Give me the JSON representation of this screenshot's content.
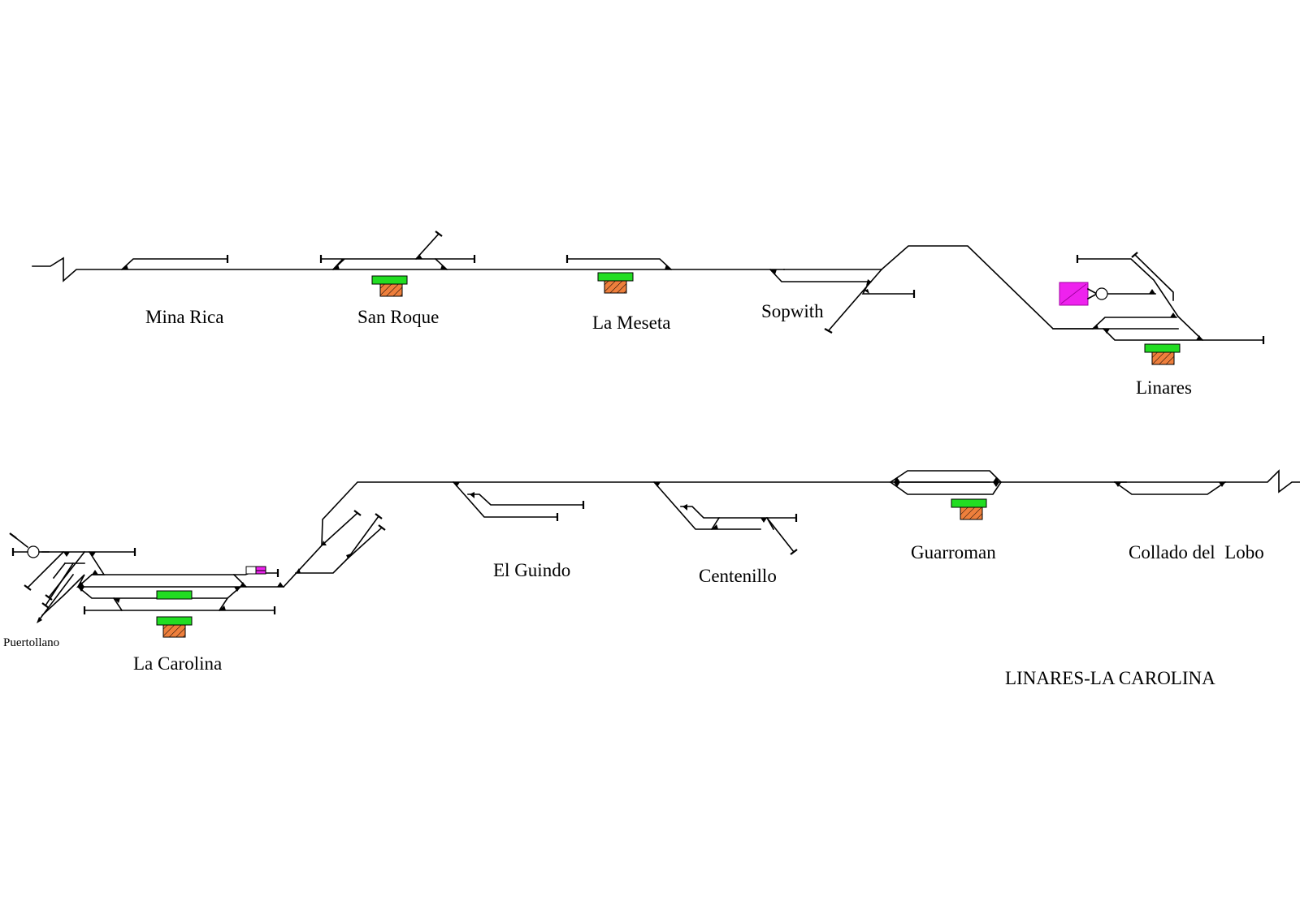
{
  "title": "LINARES-LA CAROLINA",
  "colors": {
    "track": "#000000",
    "platform": "#22dd22",
    "building": "#ee7f3c",
    "depot": "#ee22ee",
    "background": "#ffffff"
  },
  "stations": [
    {
      "id": "mina-rica",
      "name": "Mina Rica"
    },
    {
      "id": "san-roque",
      "name": "San Roque"
    },
    {
      "id": "la-meseta",
      "name": "La Meseta"
    },
    {
      "id": "sopwith",
      "name": "Sopwith"
    },
    {
      "id": "linares",
      "name": "Linares"
    },
    {
      "id": "la-carolina",
      "name": "La Carolina"
    },
    {
      "id": "el-guindo",
      "name": "El Guindo"
    },
    {
      "id": "centenillo",
      "name": "Centenillo"
    },
    {
      "id": "guarroman",
      "name": "Guarroman"
    },
    {
      "id": "collado-del-lobo",
      "name": "Collado del  Lobo"
    }
  ],
  "branch_label": "Puertollano",
  "icons": {
    "platform": "platform-rect",
    "station_building": "station-building-hatched",
    "depot": "engine-shed-crossed-box",
    "turntable": "turntable-circle",
    "line_break": "line-break-zigzag"
  }
}
